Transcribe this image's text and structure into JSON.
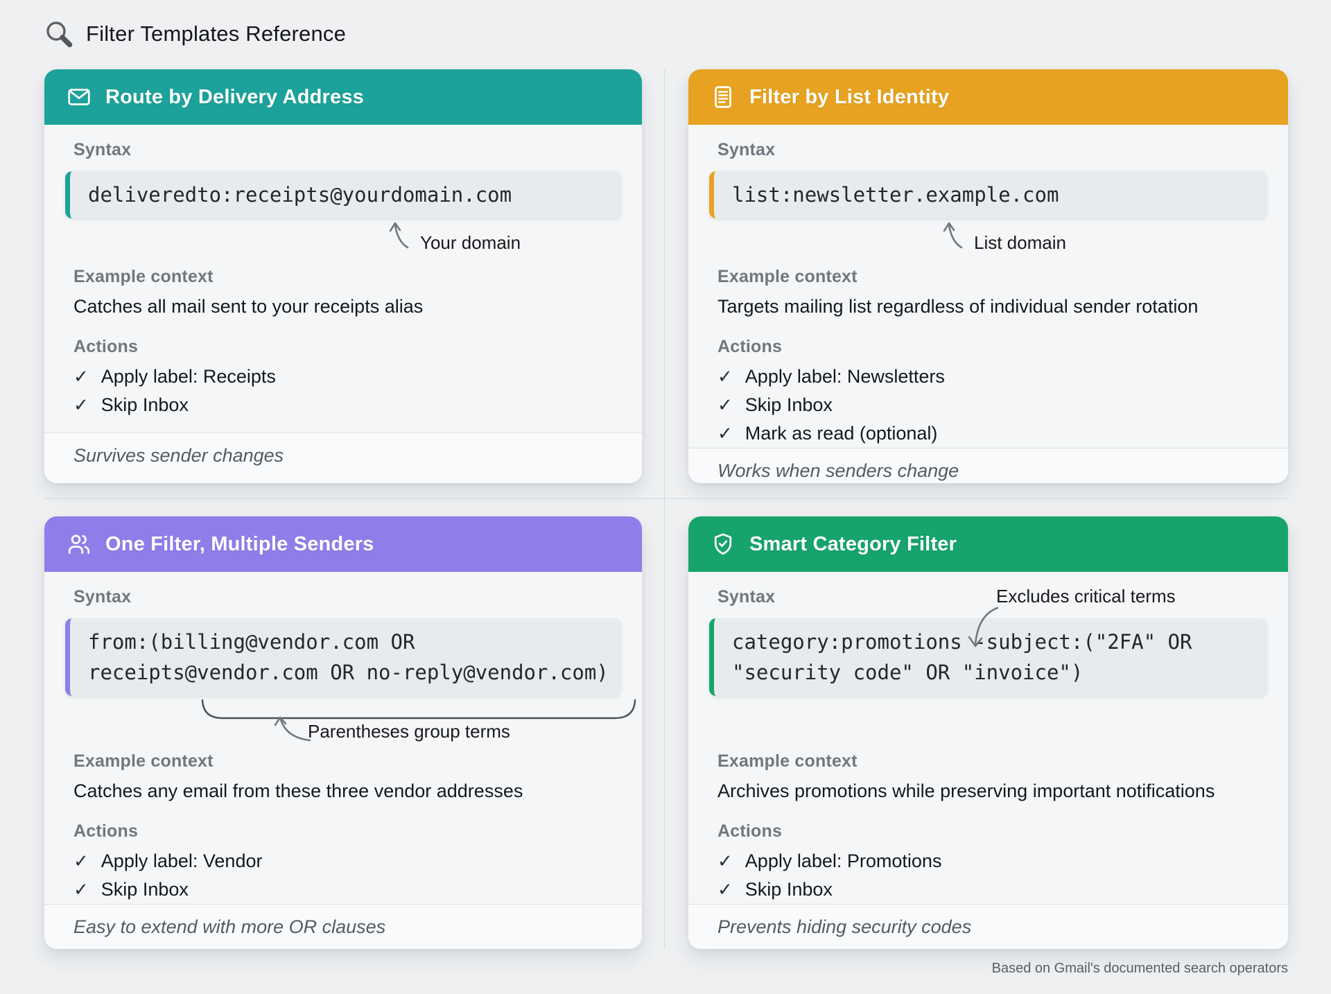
{
  "page": {
    "title": "Filter Templates Reference",
    "credit": "Based on Gmail's documented search operators",
    "background": "#eef0f2"
  },
  "labels": {
    "syntax": "Syntax",
    "example_context": "Example context",
    "actions": "Actions",
    "check_glyph": "✓"
  },
  "cards": [
    {
      "title": "Route by Delivery Address",
      "icon": "envelope-icon",
      "accent": "#1CA29A",
      "code_lines": [
        "deliveredto:receipts@yourdomain.com"
      ],
      "annotation_label": "Your domain",
      "example_context": "Catches all mail sent to your receipts alias",
      "actions": [
        "Apply label: Receipts",
        "Skip Inbox"
      ],
      "footnote": "Survives sender changes"
    },
    {
      "title": "Filter by List Identity",
      "icon": "list-document-icon",
      "accent": "#E6A220",
      "code_lines": [
        "list:newsletter.example.com"
      ],
      "annotation_label": "List domain",
      "example_context": "Targets mailing list regardless of individual sender rotation",
      "actions": [
        "Apply label: Newsletters",
        "Skip Inbox",
        "Mark as read (optional)"
      ],
      "footnote": "Works when senders change"
    },
    {
      "title": "One Filter, Multiple Senders",
      "icon": "users-icon",
      "accent": "#8F7EE9",
      "code_lines": [
        "from:(billing@vendor.com OR",
        "receipts@vendor.com OR no-reply@vendor.com)"
      ],
      "annotation_label": "Parentheses group terms",
      "example_context": "Catches any email from these three vendor addresses",
      "actions": [
        "Apply label: Vendor",
        "Skip Inbox"
      ],
      "footnote": "Easy to extend with more OR clauses"
    },
    {
      "title": "Smart Category Filter",
      "icon": "shield-check-icon",
      "accent": "#16A46C",
      "code_lines": [
        "category:promotions -subject:(\"2FA\" OR",
        "\"security code\" OR \"invoice\")"
      ],
      "annotation_label": "Excludes critical terms",
      "example_context": "Archives promotions while preserving important notifications",
      "actions": [
        "Apply label: Promotions",
        "Skip Inbox"
      ],
      "footnote": "Prevents hiding security codes"
    }
  ]
}
